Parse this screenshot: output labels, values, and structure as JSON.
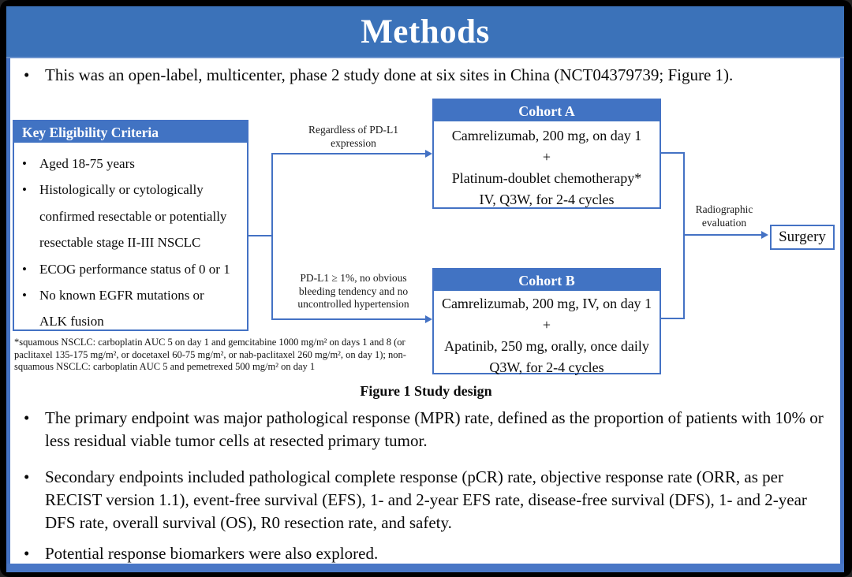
{
  "slide": {
    "title": "Methods",
    "bullets": [
      "This was an open-label, multicenter, phase 2 study done at six sites in China (NCT04379739; Figure 1).",
      "The primary endpoint was major pathological response (MPR) rate, defined as the proportion of patients with 10% or less residual viable tumor cells at resected primary tumor.",
      "Secondary endpoints included pathological complete response (pCR) rate, objective response rate (ORR, as per RECIST version 1.1), event-free survival (EFS), 1- and 2-year EFS rate, disease-free survival (DFS), 1- and 2-year DFS rate, overall survival (OS), R0 resection rate, and safety.",
      "Potential response biomarkers were also explored."
    ]
  },
  "figure": {
    "caption": "Figure 1 Study design",
    "eligibility": {
      "header": "Key Eligibility Criteria",
      "items": [
        {
          "lines": [
            "Aged 18-75 years"
          ]
        },
        {
          "lines": [
            "Histologically or cytologically",
            "confirmed resectable or potentially",
            "resectable stage II-III NSCLC"
          ]
        },
        {
          "lines": [
            "ECOG performance status of 0 or 1"
          ]
        },
        {
          "lines": [
            "No known EGFR mutations or",
            "ALK fusion"
          ]
        }
      ]
    },
    "branch_top": {
      "lines": [
        "Regardless of PD-L1",
        "expression"
      ]
    },
    "branch_bottom": {
      "lines": [
        "PD-L1 ≥ 1%, no obvious",
        "bleeding tendency and no",
        "uncontrolled hypertension"
      ]
    },
    "cohort_a": {
      "header": "Cohort A",
      "lines": [
        "Camrelizumab, 200 mg, on day 1",
        "+",
        "Platinum-doublet chemotherapy*",
        "IV, Q3W, for 2-4 cycles"
      ]
    },
    "cohort_b": {
      "header": "Cohort B",
      "lines": [
        "Camrelizumab, 200 mg, IV, on day 1",
        "+",
        "Apatinib, 250 mg, orally, once daily",
        "Q3W, for 2-4 cycles"
      ]
    },
    "radiographic": {
      "lines": [
        "Radiographic",
        "evaluation"
      ]
    },
    "surgery_label": "Surgery",
    "footnote": "*squamous NSCLC: carboplatin AUC 5 on day 1 and gemcitabine 1000 mg/m² on days 1 and 8 (or paclitaxel 135-175 mg/m², or docetaxel 60-75 mg/m², or nab-paclitaxel 260 mg/m², on day 1); non-squamous NSCLC: carboplatin AUC 5 and pemetrexed 500 mg/m² on day 1"
  },
  "colors": {
    "title_bar_blue": "#3B72B9",
    "accent_blue": "#4472C4",
    "text": "#0a0a0a"
  }
}
